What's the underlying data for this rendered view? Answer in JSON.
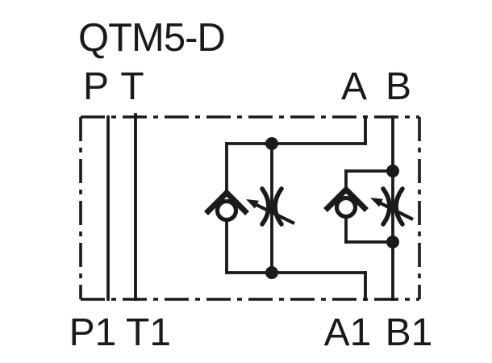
{
  "title": "QTM5-D",
  "colors": {
    "line": "#1a1a1a",
    "background": "#ffffff"
  },
  "ports": {
    "top": [
      {
        "label": "P"
      },
      {
        "label": "T"
      },
      {
        "label": "A"
      },
      {
        "label": "B"
      }
    ],
    "bottom": [
      {
        "label": "P1"
      },
      {
        "label": "T1"
      },
      {
        "label": "A1"
      },
      {
        "label": "B1"
      }
    ]
  },
  "diagram": {
    "kind": "hydraulic-valve-schematic",
    "body_outline": "chain-line (dash-dot) rectangle",
    "icons": [
      {
        "name": "check-valve-icon",
        "count": 2
      },
      {
        "name": "adjustable-throttle-icon",
        "count": 2
      },
      {
        "name": "junction-dot",
        "count": 4
      }
    ],
    "passages": [
      "P to P1 straight through",
      "T to T1 straight through",
      "A to A1 via parallel check valve and adjustable throttle",
      "B to B1 via parallel check valve and adjustable throttle"
    ]
  }
}
